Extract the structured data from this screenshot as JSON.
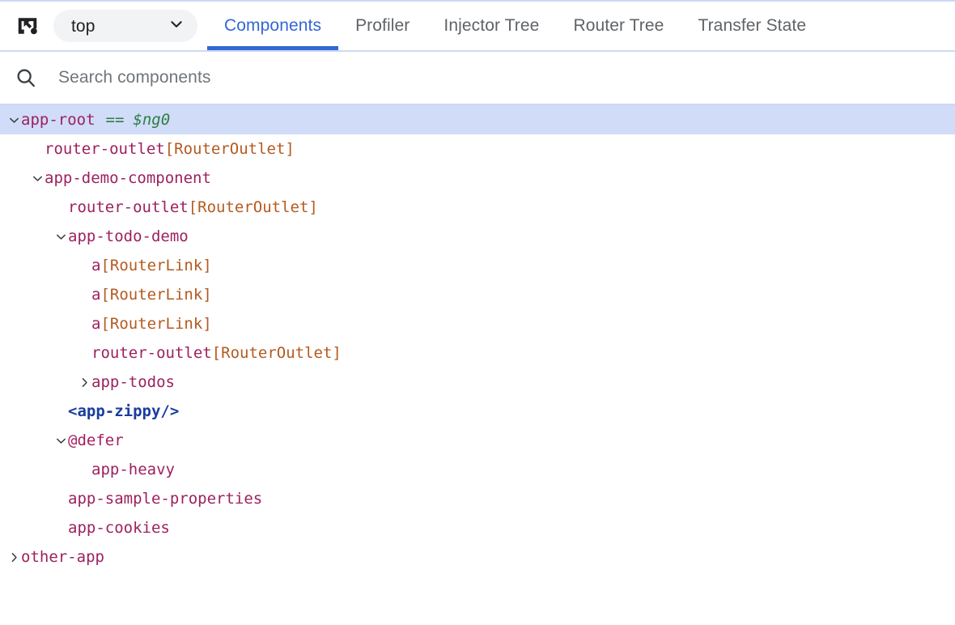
{
  "toolbar": {
    "inspect_icon": "inspect-element-icon",
    "frame_select": {
      "value": "top",
      "chevron_icon": "chevron-down-icon"
    },
    "tabs": [
      {
        "label": "Components",
        "active": true
      },
      {
        "label": "Profiler",
        "active": false
      },
      {
        "label": "Injector Tree",
        "active": false
      },
      {
        "label": "Router Tree",
        "active": false
      },
      {
        "label": "Transfer State",
        "active": false
      }
    ]
  },
  "search": {
    "icon": "search-icon",
    "placeholder": "Search components",
    "value": ""
  },
  "colors": {
    "accent": "#3367d6",
    "selected_row": "#d0dcf8",
    "component_tag": "#9c2160",
    "directive": "#b45a20",
    "native_element": "#1a3d9e",
    "ng_variable": "#2e7d43",
    "border": "#cdd9f5",
    "muted_text": "#5f6368"
  },
  "tree": {
    "nodes": [
      {
        "depth": 0,
        "twisty": "expanded",
        "name": "app-root",
        "kind": "component",
        "directive": "",
        "eq": "==",
        "ngvar": "$ng0",
        "selected": true
      },
      {
        "depth": 1,
        "twisty": "none",
        "name": "router-outlet",
        "kind": "component",
        "directive": "[RouterOutlet]",
        "eq": "",
        "ngvar": "",
        "selected": false
      },
      {
        "depth": 1,
        "twisty": "expanded",
        "name": "app-demo-component",
        "kind": "component",
        "directive": "",
        "eq": "",
        "ngvar": "",
        "selected": false
      },
      {
        "depth": 2,
        "twisty": "none",
        "name": "router-outlet",
        "kind": "component",
        "directive": "[RouterOutlet]",
        "eq": "",
        "ngvar": "",
        "selected": false
      },
      {
        "depth": 2,
        "twisty": "expanded",
        "name": "app-todo-demo",
        "kind": "component",
        "directive": "",
        "eq": "",
        "ngvar": "",
        "selected": false
      },
      {
        "depth": 3,
        "twisty": "none",
        "name": "a",
        "kind": "component",
        "directive": "[RouterLink]",
        "eq": "",
        "ngvar": "",
        "selected": false
      },
      {
        "depth": 3,
        "twisty": "none",
        "name": "a",
        "kind": "component",
        "directive": "[RouterLink]",
        "eq": "",
        "ngvar": "",
        "selected": false
      },
      {
        "depth": 3,
        "twisty": "none",
        "name": "a",
        "kind": "component",
        "directive": "[RouterLink]",
        "eq": "",
        "ngvar": "",
        "selected": false
      },
      {
        "depth": 3,
        "twisty": "none",
        "name": "router-outlet",
        "kind": "component",
        "directive": "[RouterOutlet]",
        "eq": "",
        "ngvar": "",
        "selected": false
      },
      {
        "depth": 3,
        "twisty": "collapsed",
        "name": "app-todos",
        "kind": "component",
        "directive": "",
        "eq": "",
        "ngvar": "",
        "selected": false
      },
      {
        "depth": 2,
        "twisty": "none",
        "name": "<app-zippy/>",
        "kind": "native",
        "directive": "",
        "eq": "",
        "ngvar": "",
        "selected": false
      },
      {
        "depth": 2,
        "twisty": "expanded",
        "name": "@defer",
        "kind": "block",
        "directive": "",
        "eq": "",
        "ngvar": "",
        "selected": false
      },
      {
        "depth": 3,
        "twisty": "none",
        "name": "app-heavy",
        "kind": "component",
        "directive": "",
        "eq": "",
        "ngvar": "",
        "selected": false
      },
      {
        "depth": 2,
        "twisty": "none",
        "name": "app-sample-properties",
        "kind": "component",
        "directive": "",
        "eq": "",
        "ngvar": "",
        "selected": false
      },
      {
        "depth": 2,
        "twisty": "none",
        "name": "app-cookies",
        "kind": "component",
        "directive": "",
        "eq": "",
        "ngvar": "",
        "selected": false
      },
      {
        "depth": 0,
        "twisty": "collapsed",
        "name": "other-app",
        "kind": "component",
        "directive": "",
        "eq": "",
        "ngvar": "",
        "selected": false
      }
    ]
  }
}
